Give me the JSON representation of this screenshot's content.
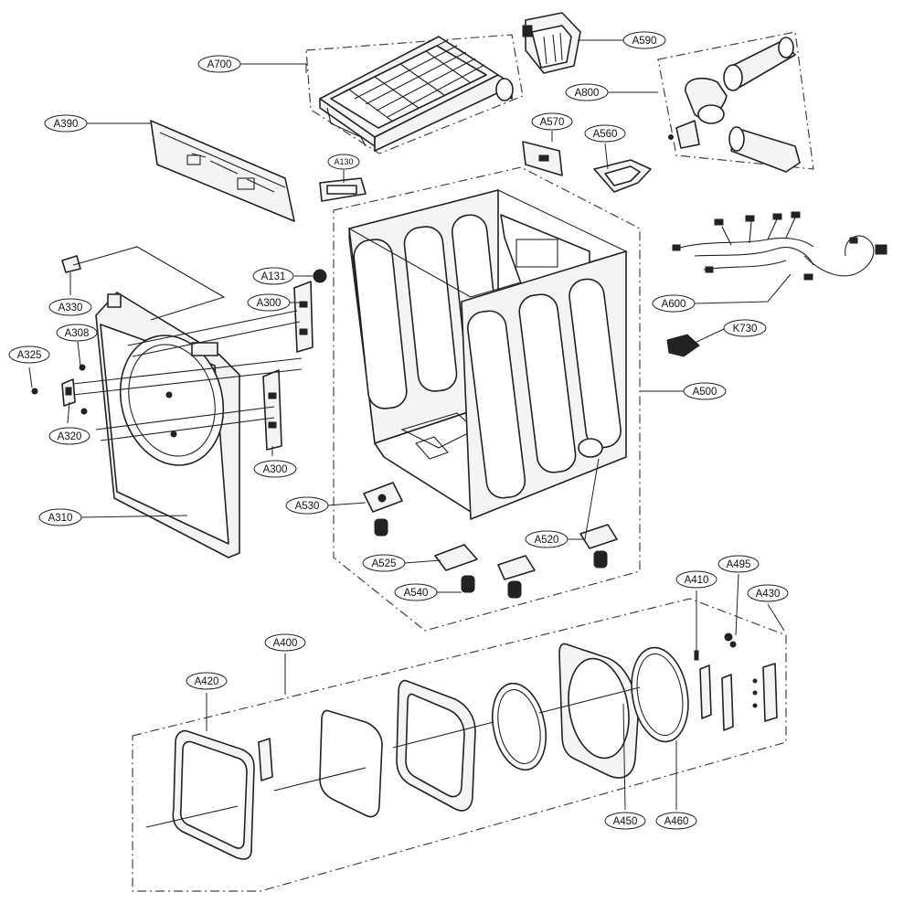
{
  "diagram": {
    "callouts": [
      {
        "id": "A700",
        "label": "A700"
      },
      {
        "id": "A590",
        "label": "A590"
      },
      {
        "id": "A800",
        "label": "A800"
      },
      {
        "id": "A390",
        "label": "A390"
      },
      {
        "id": "A570",
        "label": "A570"
      },
      {
        "id": "A560",
        "label": "A560"
      },
      {
        "id": "A130",
        "label": "A130"
      },
      {
        "id": "A600",
        "label": "A600"
      },
      {
        "id": "A330",
        "label": "A330"
      },
      {
        "id": "A131",
        "label": "A131"
      },
      {
        "id": "A300a",
        "label": "A300"
      },
      {
        "id": "A308",
        "label": "A308"
      },
      {
        "id": "K730",
        "label": "K730"
      },
      {
        "id": "A325",
        "label": "A325"
      },
      {
        "id": "A500",
        "label": "A500"
      },
      {
        "id": "A320",
        "label": "A320"
      },
      {
        "id": "A300b",
        "label": "A300"
      },
      {
        "id": "A530",
        "label": "A530"
      },
      {
        "id": "A310",
        "label": "A310"
      },
      {
        "id": "A520",
        "label": "A520"
      },
      {
        "id": "A525",
        "label": "A525"
      },
      {
        "id": "A540",
        "label": "A540"
      },
      {
        "id": "A410",
        "label": "A410"
      },
      {
        "id": "A495",
        "label": "A495"
      },
      {
        "id": "A430",
        "label": "A430"
      },
      {
        "id": "A400",
        "label": "A400"
      },
      {
        "id": "A420",
        "label": "A420"
      },
      {
        "id": "A450",
        "label": "A450"
      },
      {
        "id": "A460",
        "label": "A460"
      }
    ]
  }
}
